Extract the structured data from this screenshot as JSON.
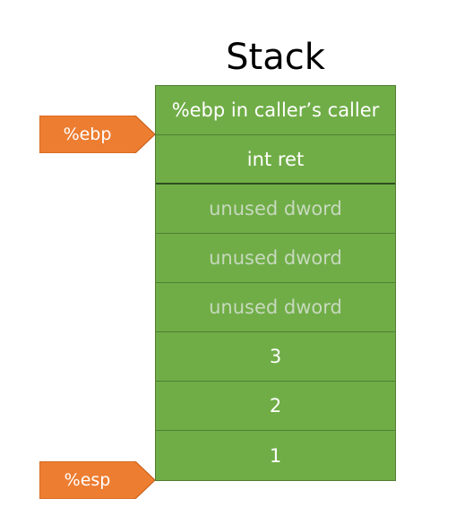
{
  "title": "Stack",
  "stack": {
    "cells": [
      {
        "text": "%ebp in caller’s caller"
      },
      {
        "text": "int ret"
      },
      {
        "text": "unused dword"
      },
      {
        "text": "unused dword"
      },
      {
        "text": "unused dword"
      },
      {
        "text": "3"
      },
      {
        "text": "2"
      },
      {
        "text": "1"
      }
    ]
  },
  "pointers": {
    "ebp": {
      "label": "%ebp"
    },
    "esp": {
      "label": "%esp"
    }
  },
  "colors": {
    "cell_fill": "#70ad47",
    "cell_border": "#507e32",
    "pointer_fill": "#ed7d31",
    "dim_text": "#c7d9bd"
  }
}
